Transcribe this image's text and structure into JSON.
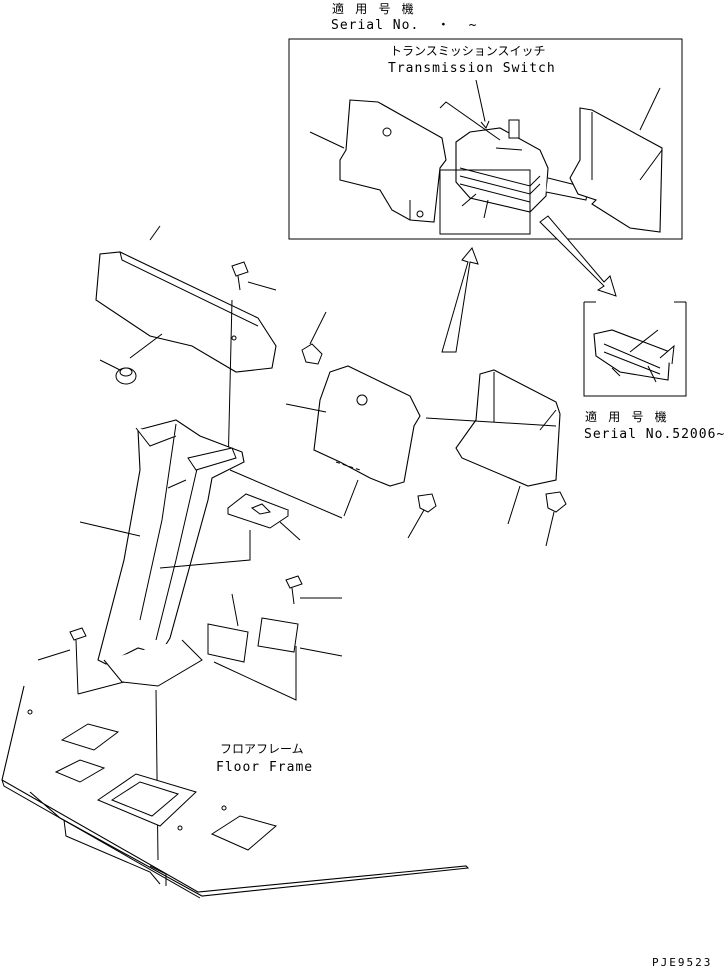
{
  "serial_top": {
    "jp": "適 用 号 機",
    "en": "Serial No.  ・  ~"
  },
  "transmission_switch": {
    "jp": "トランスミッションスイッチ",
    "en": "Transmission Switch"
  },
  "serial_right": {
    "jp": "適 用 号 機",
    "en": "Serial No.52006~"
  },
  "floor_frame": {
    "jp": "フロアフレーム",
    "en": "Floor Frame"
  },
  "drawing_code": "PJE9523"
}
